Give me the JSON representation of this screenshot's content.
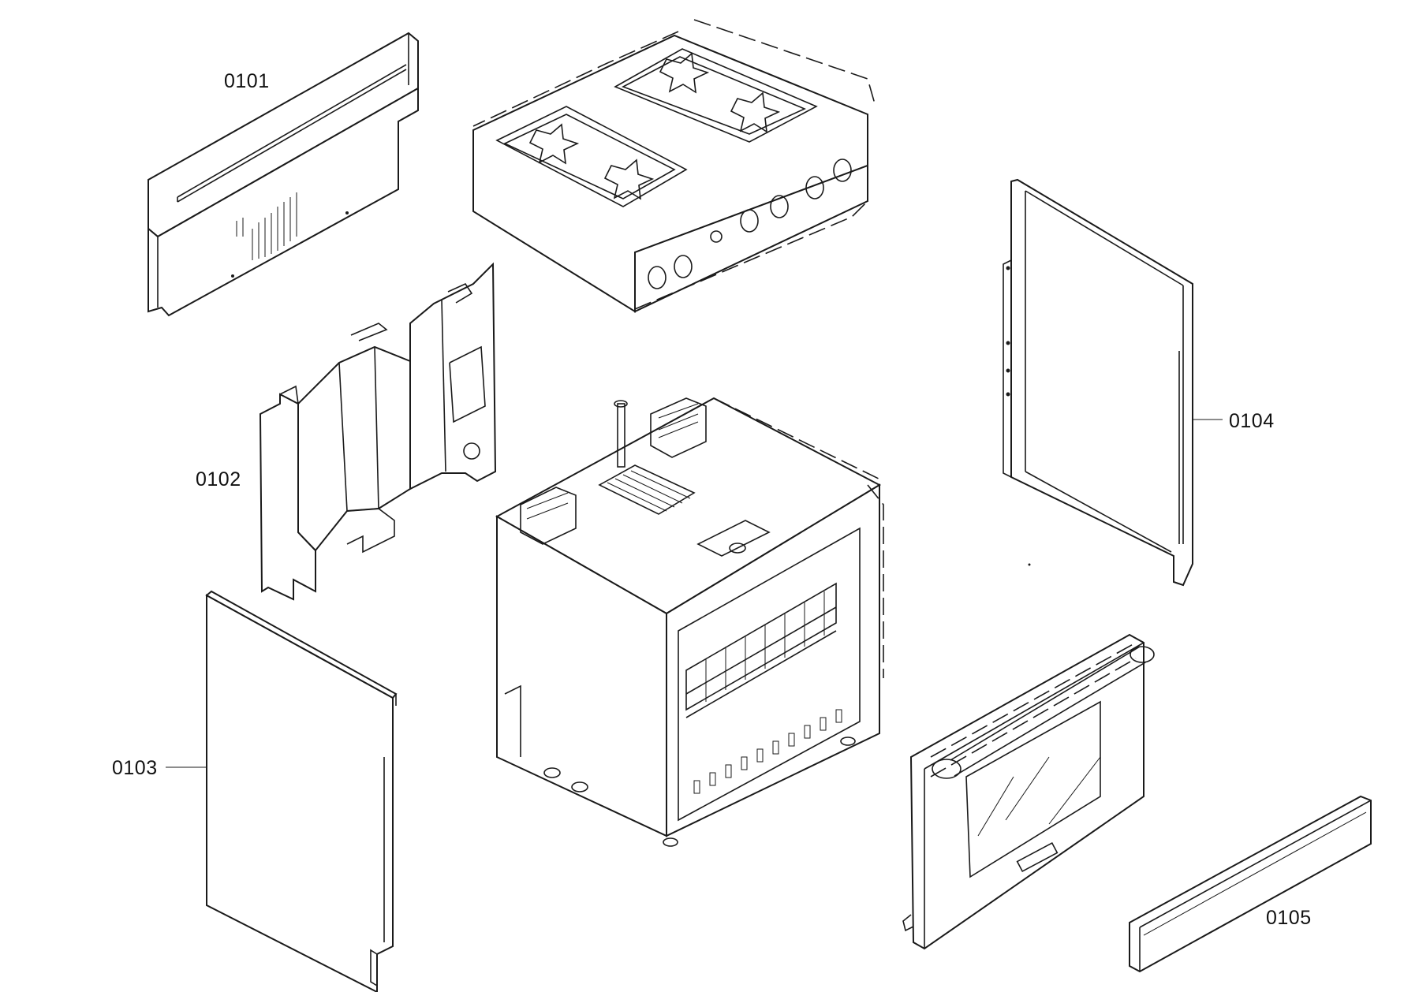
{
  "parts": [
    {
      "label": "0101"
    },
    {
      "label": "0102"
    },
    {
      "label": "0103"
    },
    {
      "label": "0104"
    },
    {
      "label": "0105"
    }
  ]
}
